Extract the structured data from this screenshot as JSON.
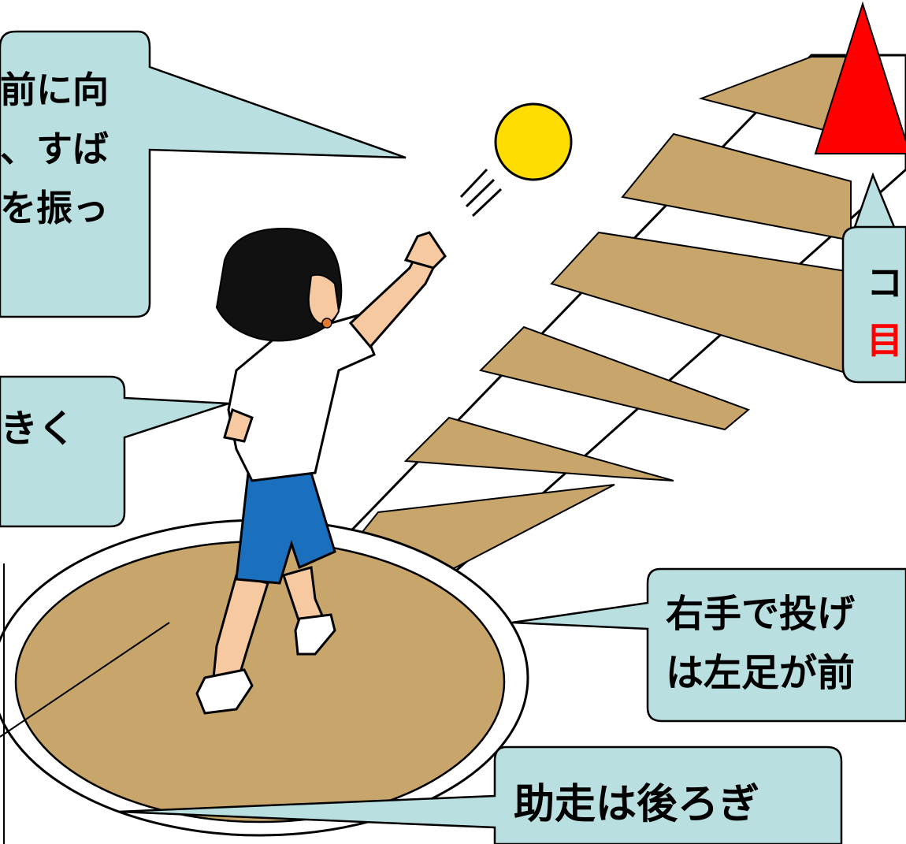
{
  "callouts": {
    "top_left": {
      "lines": [
        "前に向",
        "、すば",
        "を振っ"
      ]
    },
    "mid_left": {
      "lines": [
        "きく"
      ]
    },
    "top_right": {
      "lines": [
        "コ",
        "目"
      ]
    },
    "mid_right": {
      "lines": [
        "右手で投げ",
        "は左足が前"
      ]
    },
    "bottom_right": {
      "lines": [
        "助走は後ろぎ"
      ]
    }
  },
  "colors": {
    "callout_fill": "#b9dfe0",
    "sand": "#c8a66b",
    "cone": "#ff0000",
    "ball": "#ffdd00",
    "shorts": "#1a6fbf",
    "skin": "#f6c9a0",
    "hair": "#111111",
    "accent_text": "#ff0000"
  },
  "icons": {
    "ball": "ball-icon",
    "cone": "cone-marker-icon",
    "thrower": "child-thrower-figure"
  }
}
